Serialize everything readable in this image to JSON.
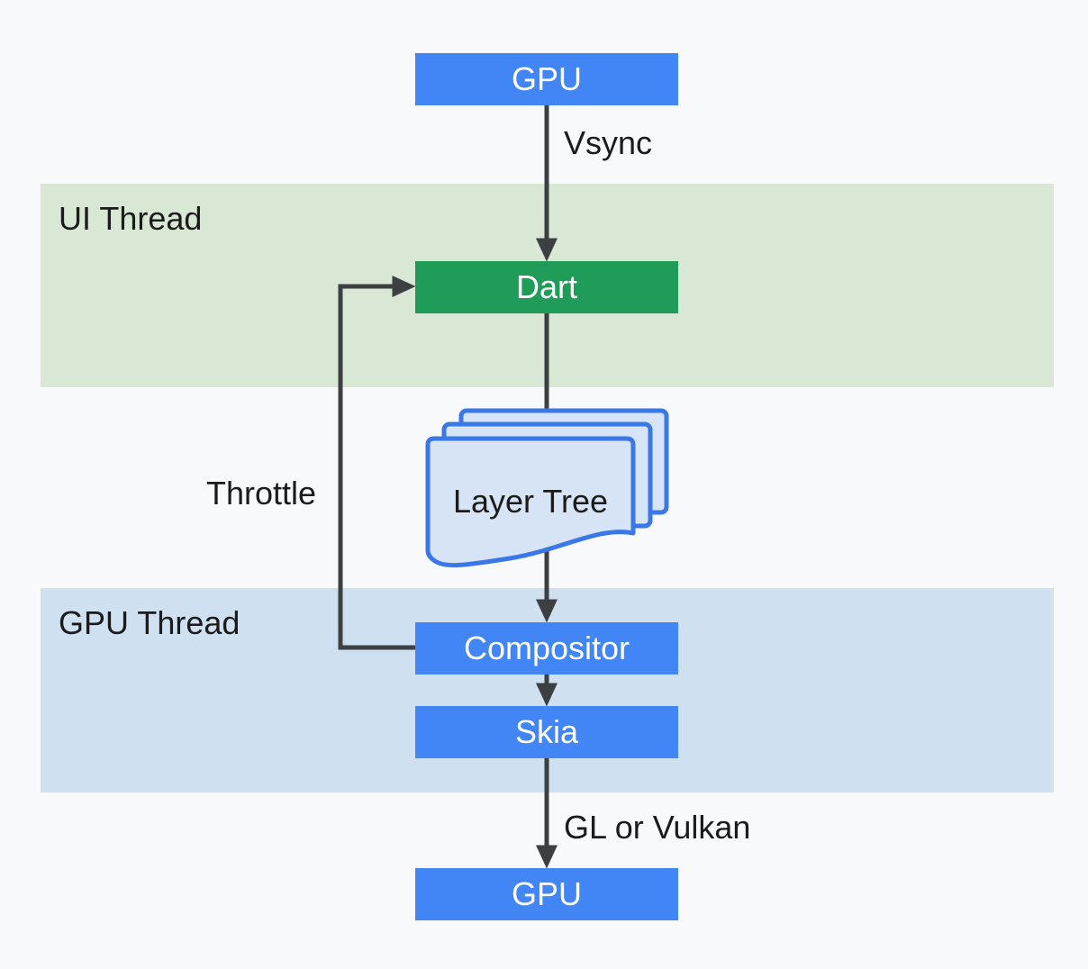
{
  "diagram": {
    "title_hint": "Flutter rendering pipeline flowchart",
    "background_color": "#f8f9fa",
    "arrow_color": "#3c4043"
  },
  "bands": {
    "ui_thread": {
      "label": "UI Thread",
      "color": "#d8e8d4"
    },
    "gpu_thread": {
      "label": "GPU Thread",
      "color": "#cfe1f1"
    }
  },
  "nodes": {
    "gpu_top": {
      "label": "GPU",
      "fill": "#4285f4",
      "text_color": "#ffffff"
    },
    "dart": {
      "label": "Dart",
      "fill": "#1f9d58",
      "text_color": "#ffffff"
    },
    "layer_tree": {
      "label": "Layer Tree",
      "fill": "#d7e4f6",
      "border": "#3b78e7",
      "text_color": "#1b1b1b",
      "page_count": 3
    },
    "compositor": {
      "label": "Compositor",
      "fill": "#4285f4",
      "text_color": "#ffffff"
    },
    "skia": {
      "label": "Skia",
      "fill": "#4285f4",
      "text_color": "#ffffff"
    },
    "gpu_bottom": {
      "label": "GPU",
      "fill": "#4285f4",
      "text_color": "#ffffff"
    }
  },
  "edges": {
    "vsync": {
      "label": "Vsync",
      "from": "gpu_top",
      "to": "dart"
    },
    "dart_to_compositor": {
      "label": "",
      "from": "dart",
      "to": "compositor",
      "through": "layer_tree"
    },
    "compositor_to_skia": {
      "label": "",
      "from": "compositor",
      "to": "skia"
    },
    "gl_or_vulkan": {
      "label": "GL or Vulkan",
      "from": "skia",
      "to": "gpu_bottom"
    },
    "throttle": {
      "label": "Throttle",
      "from": "compositor",
      "to": "dart"
    }
  }
}
